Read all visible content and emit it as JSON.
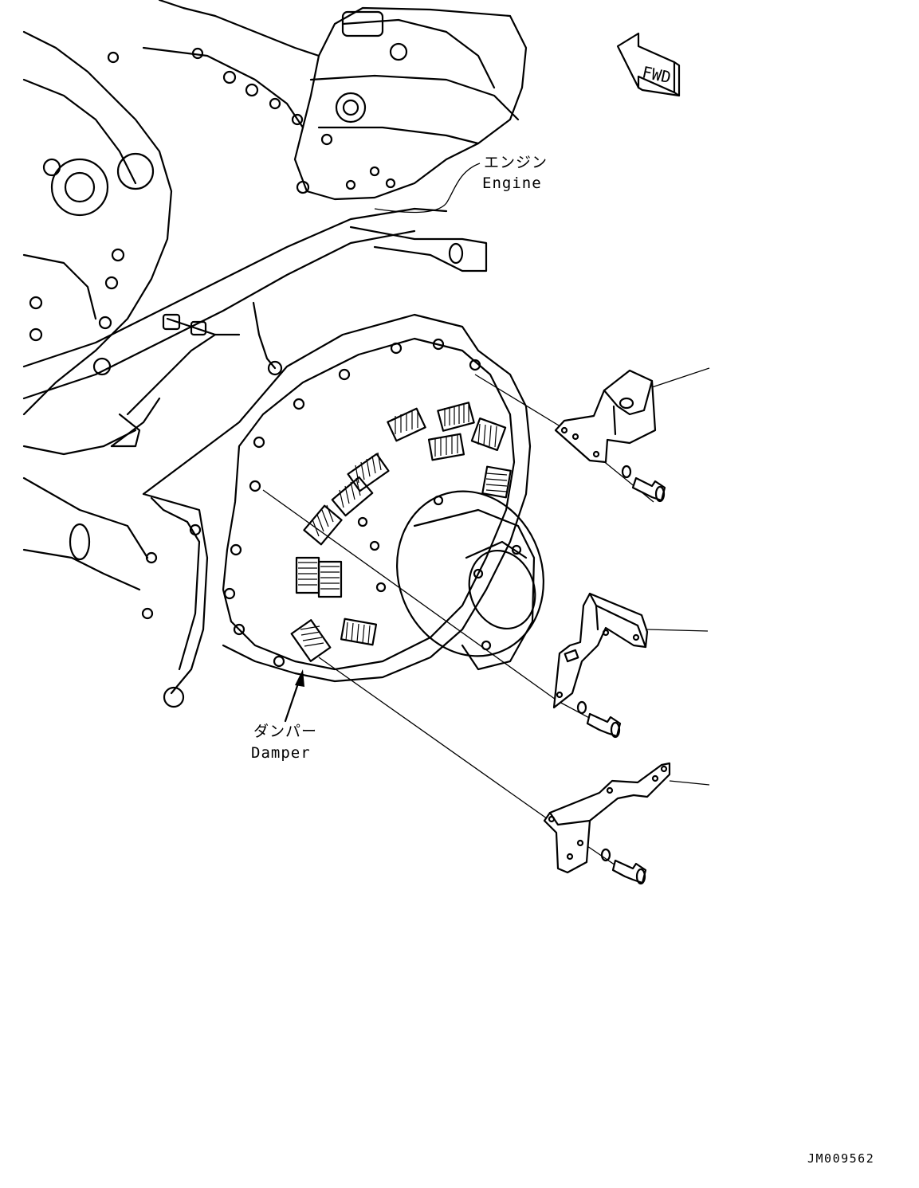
{
  "labels": {
    "fwd": "FWD",
    "engine_jp": "エンジン",
    "engine_en": "Engine",
    "damper_jp": "ダンパー",
    "damper_en": "Damper",
    "drawing_number": "JM009562"
  },
  "parts": [
    {
      "id": "bracket-upper",
      "kind": "bracket"
    },
    {
      "id": "bracket-middle",
      "kind": "bracket"
    },
    {
      "id": "bracket-lower",
      "kind": "bracket"
    }
  ],
  "colors": {
    "line": "#000000",
    "background": "#ffffff"
  }
}
